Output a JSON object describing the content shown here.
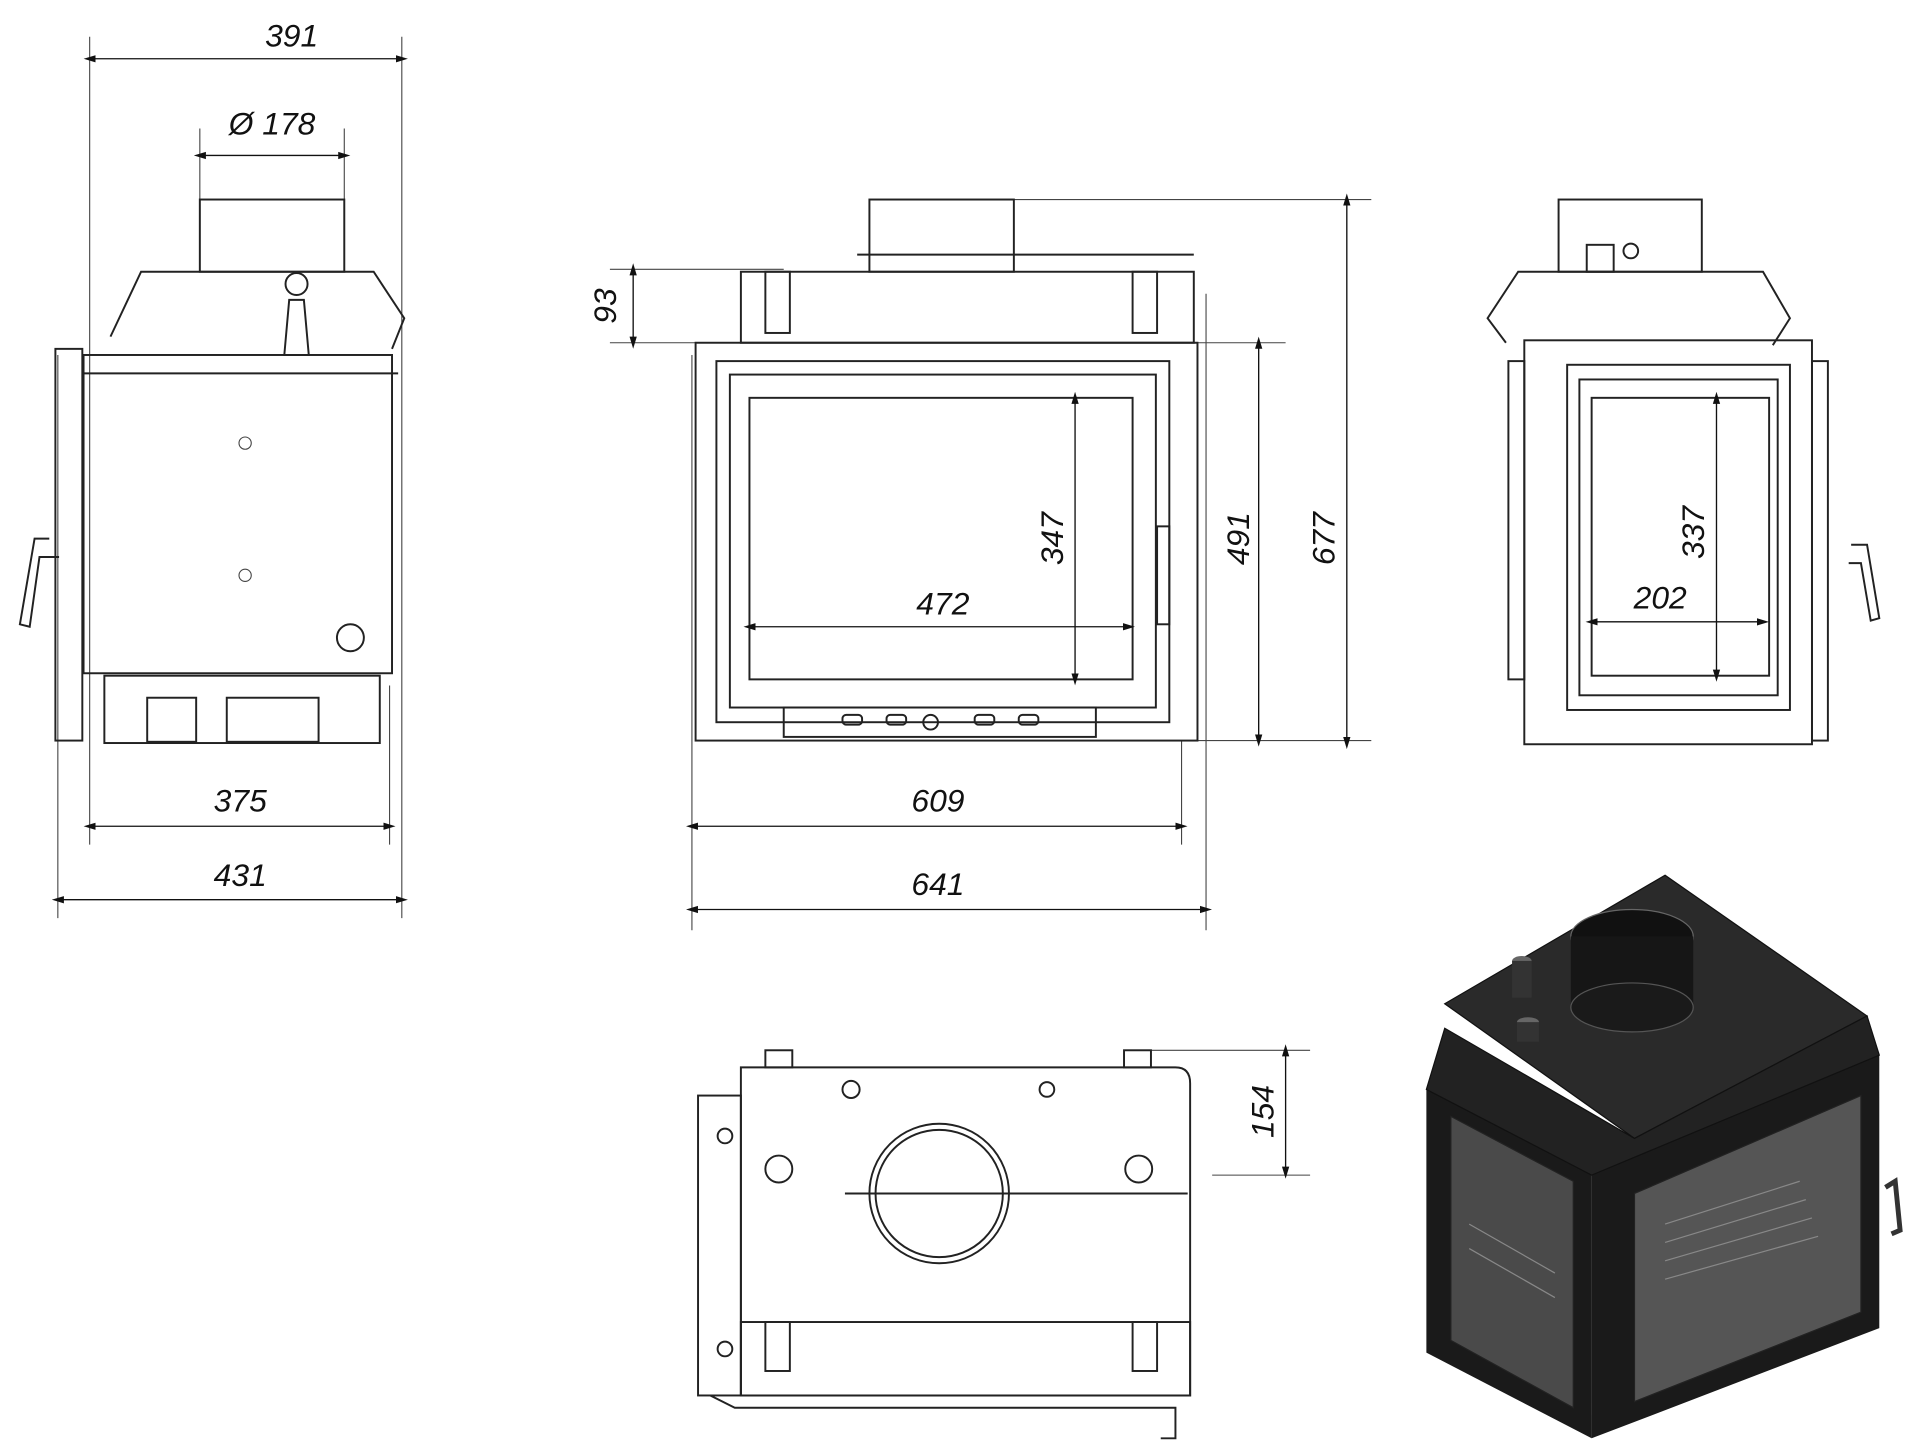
{
  "title": "Fireplace insert dimension drawing",
  "units_note": "",
  "views": {
    "side_left": {
      "dims": {
        "overall_depth_top": "391",
        "flue_diameter": "Ø 178",
        "body_depth": "375",
        "overall_depth_bottom": "431"
      }
    },
    "front": {
      "dims": {
        "top_height": "93",
        "glass_height": "347",
        "glass_width": "472",
        "body_height": "491",
        "overall_height": "677",
        "body_width": "609",
        "overall_width": "641"
      }
    },
    "side_right": {
      "dims": {
        "glass_height": "337",
        "glass_width": "202"
      }
    },
    "top": {
      "dims": {
        "rear_offset": "154"
      }
    }
  },
  "colors": {
    "line": "#222222",
    "render_dark": "#1a1a1a",
    "glass": "#4a4a4a"
  }
}
